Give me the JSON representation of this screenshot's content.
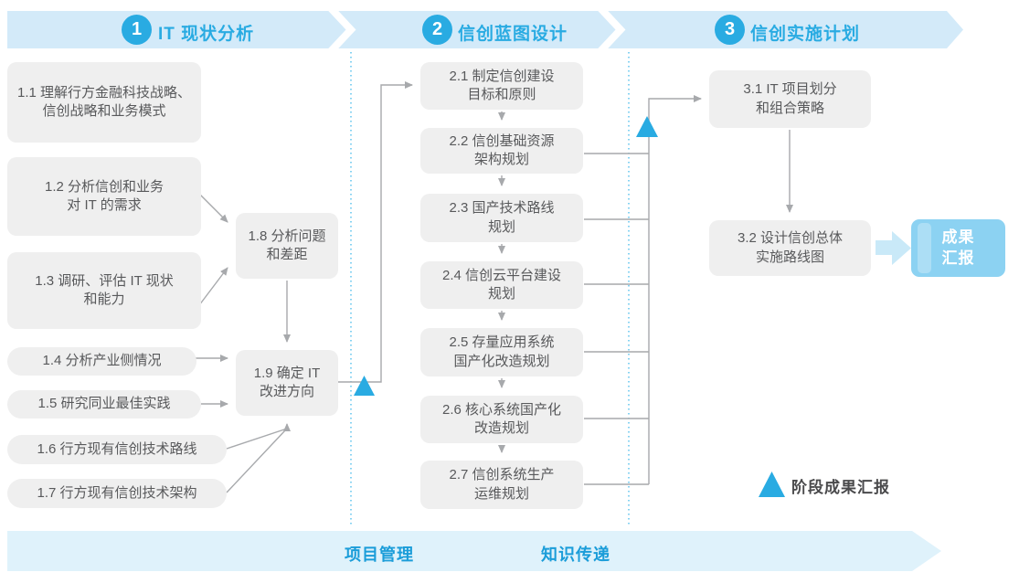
{
  "colors": {
    "accent": "#29ABE2",
    "band_top": "#D3EAF9",
    "band_bottom": "#DFF2FB",
    "box_bg": "#EFEFEF",
    "box_text": "#58595B",
    "wire": "#A7A9AC",
    "dash": "#5CC3EE",
    "result_bg": "#8CD2F2",
    "result_text": "#FFFFFF",
    "big_arrow": "#C9E9F8",
    "footer_text": "#1B9DD9",
    "legend_text": "#4A4A4C"
  },
  "phases": [
    {
      "number": "1",
      "title": "IT 现状分析"
    },
    {
      "number": "2",
      "title": "信创蓝图设计"
    },
    {
      "number": "3",
      "title": "信创实施计划"
    }
  ],
  "steps": {
    "s1_1": "1.1 理解行方金融科技战略、\n信创战略和业务模式",
    "s1_2": "1.2 分析信创和业务\n对 IT 的需求",
    "s1_3": "1.3 调研、评估 IT 现状\n和能力",
    "s1_4": "1.4 分析产业侧情况",
    "s1_5": "1.5 研究同业最佳实践",
    "s1_6": "1.6 行方现有信创技术路线",
    "s1_7": "1.7 行方现有信创技术架构",
    "s1_8": "1.8 分析问题\n和差距",
    "s1_9": "1.9 确定 IT\n改进方向",
    "s2_1": "2.1 制定信创建设\n目标和原则",
    "s2_2": "2.2 信创基础资源\n架构规划",
    "s2_3": "2.3 国产技术路线\n规划",
    "s2_4": "2.4 信创云平台建设\n规划",
    "s2_5": "2.5 存量应用系统\n国产化改造规划",
    "s2_6": "2.6 核心系统国产化\n改造规划",
    "s2_7": "2.7 信创系统生产\n运维规划",
    "s3_1": "3.1 IT 项目划分\n和组合策略",
    "s3_2": "3.2 设计信创总体\n实施路线图"
  },
  "result_box": {
    "label": "成果\n汇报"
  },
  "legend": {
    "label": "阶段成果汇报"
  },
  "footer": {
    "items": [
      {
        "label": "项目管理"
      },
      {
        "label": "知识传递"
      }
    ]
  }
}
